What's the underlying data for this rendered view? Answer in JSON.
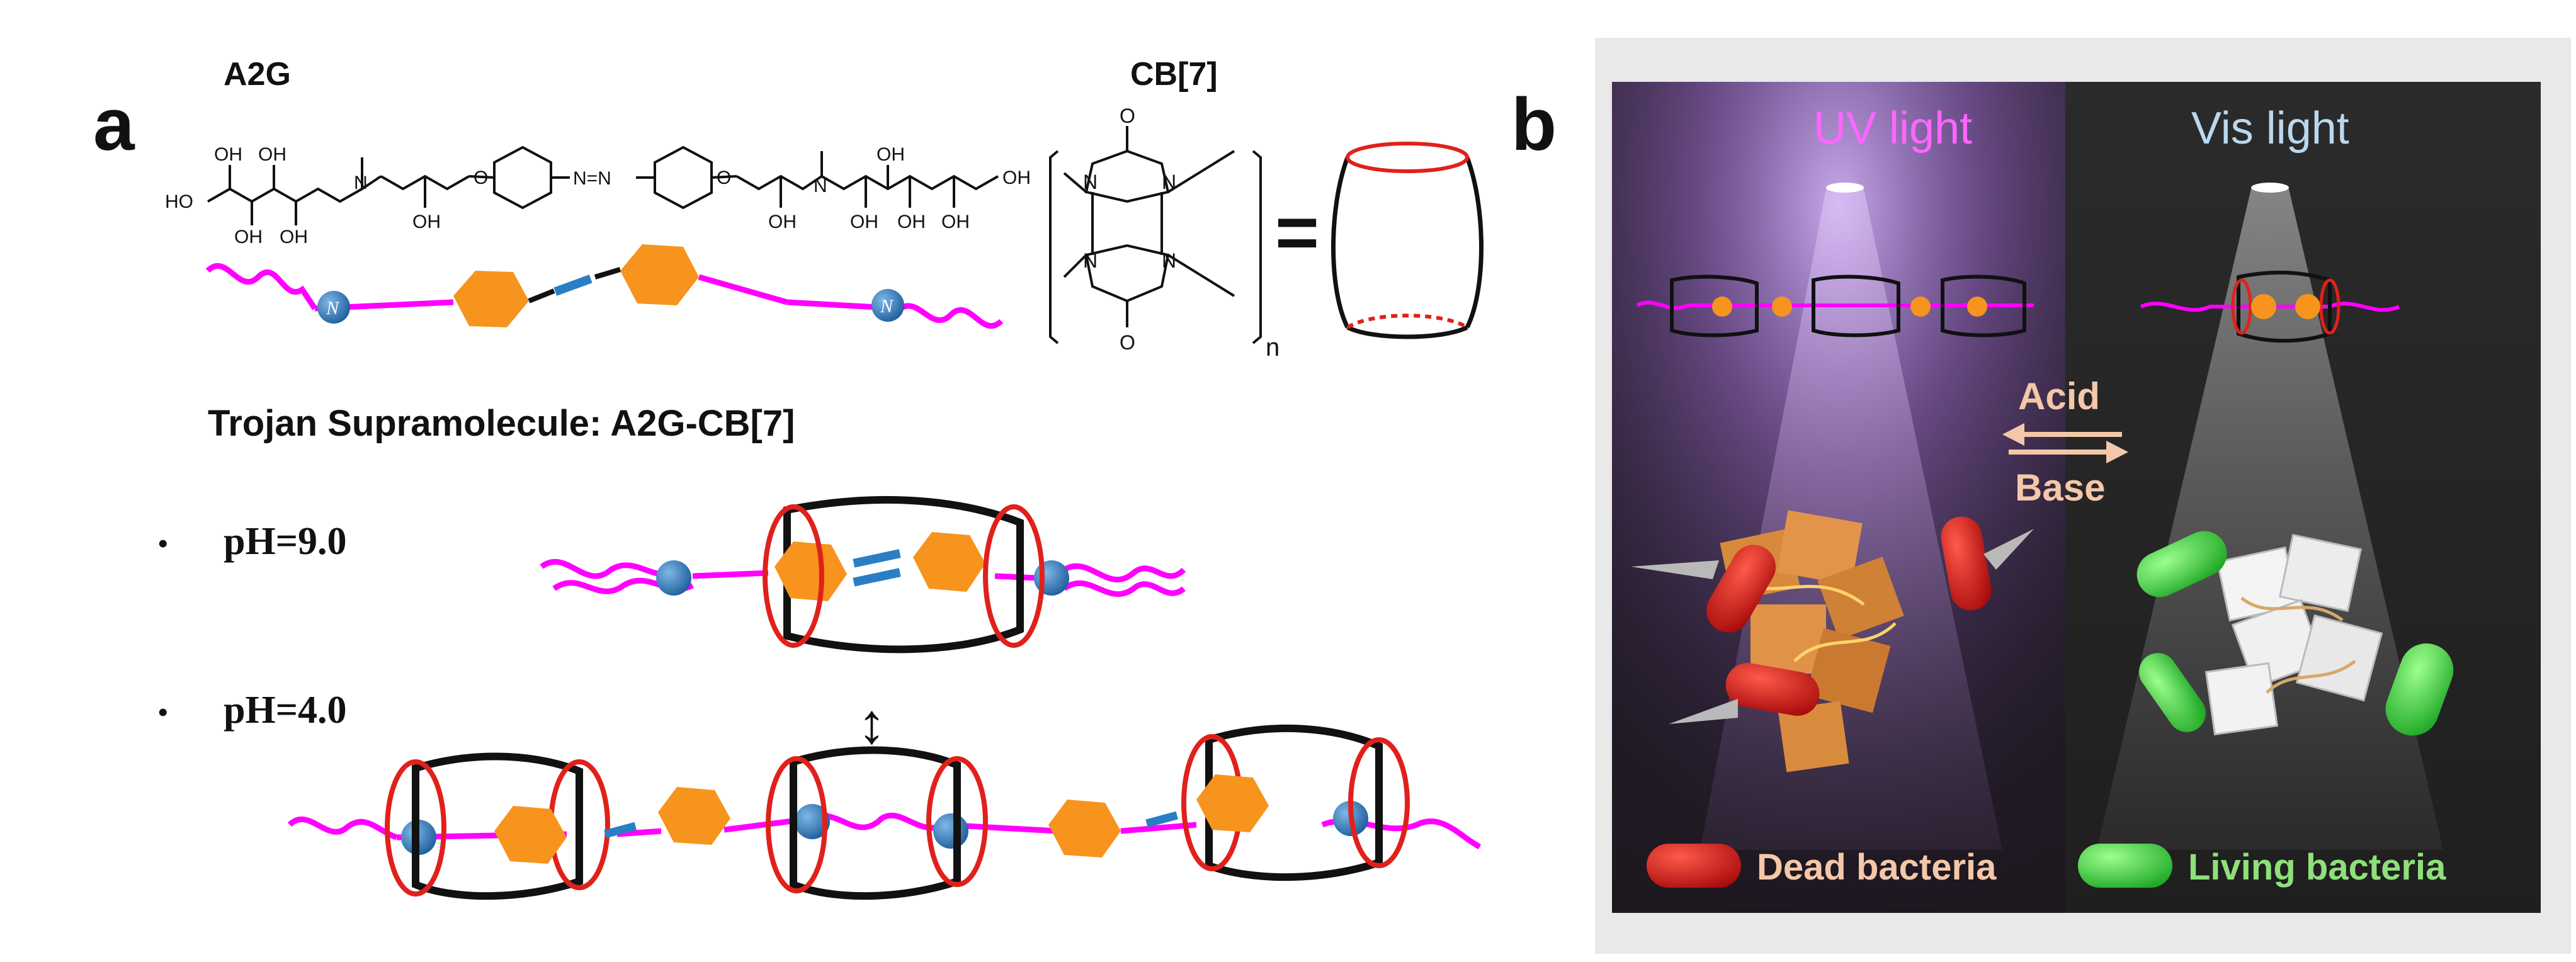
{
  "panel_a": {
    "label": "a",
    "a2g_title": "A2G",
    "cb7_title": "CB[7]",
    "chem": {
      "ho": "HO",
      "oh": "OH",
      "n": "N",
      "o": "O",
      "azo": "N=N",
      "sub_n": "n",
      "o_carbonyl": "O",
      "equals": "="
    },
    "nitrogen_symbol": "N",
    "supra_title": "Trojan Supramolecule: A2G-CB[7]",
    "bullet": "•",
    "ph_high": "pH=9.0",
    "ph_low": "pH=4.0",
    "arrow": "↕"
  },
  "panel_b": {
    "label": "b",
    "uv_label": "UV light",
    "vis_label": "Vis light",
    "acid_label": "Acid",
    "base_label": "Base",
    "dead_label": "Dead bacteria",
    "living_label": "Living bacteria"
  },
  "colors": {
    "chain": "#ff00ff",
    "azobenzene": "#f7941d",
    "nitrogen_bead": "#1f6fb4",
    "cb_ring": "#e0211b",
    "uv_text": "#ff66ff",
    "vis_text": "#b9d8ef",
    "acid_base_text": "#f4c7a8",
    "dead_text": "#f4c7a8",
    "living_text": "#8fe07a",
    "dead_bacteria": "#d31414",
    "living_bacteria": "#27c22d"
  }
}
